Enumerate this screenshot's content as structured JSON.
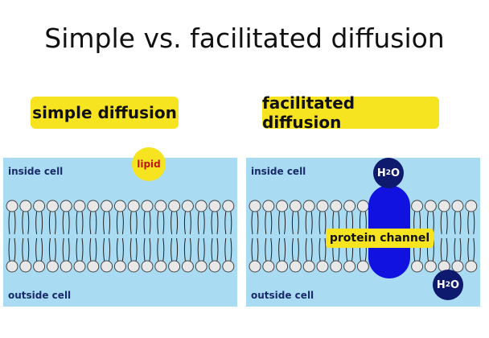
{
  "title": "Simple vs. facilitated diffusion",
  "simple": {
    "heading": "simple diffusion",
    "inside_label": "inside cell",
    "outside_label": "outside cell",
    "molecule_label": "lipid"
  },
  "facilitated": {
    "heading": "facilitated diffusion",
    "inside_label": "inside cell",
    "outside_label": "outside cell",
    "channel_label": "protein channel",
    "molecule_symbol": "H",
    "molecule_subscript": "2",
    "molecule_suffix": "O"
  },
  "colors": {
    "cytoplasm": "#a9dcf2",
    "highlight": "#f7e420",
    "channel": "#1212e0",
    "water_molecule": "#0e1a6e",
    "lipid_text": "#c01818"
  },
  "icons": {
    "phospholipid": "phospholipid-icon",
    "water": "water-molecule-icon"
  }
}
